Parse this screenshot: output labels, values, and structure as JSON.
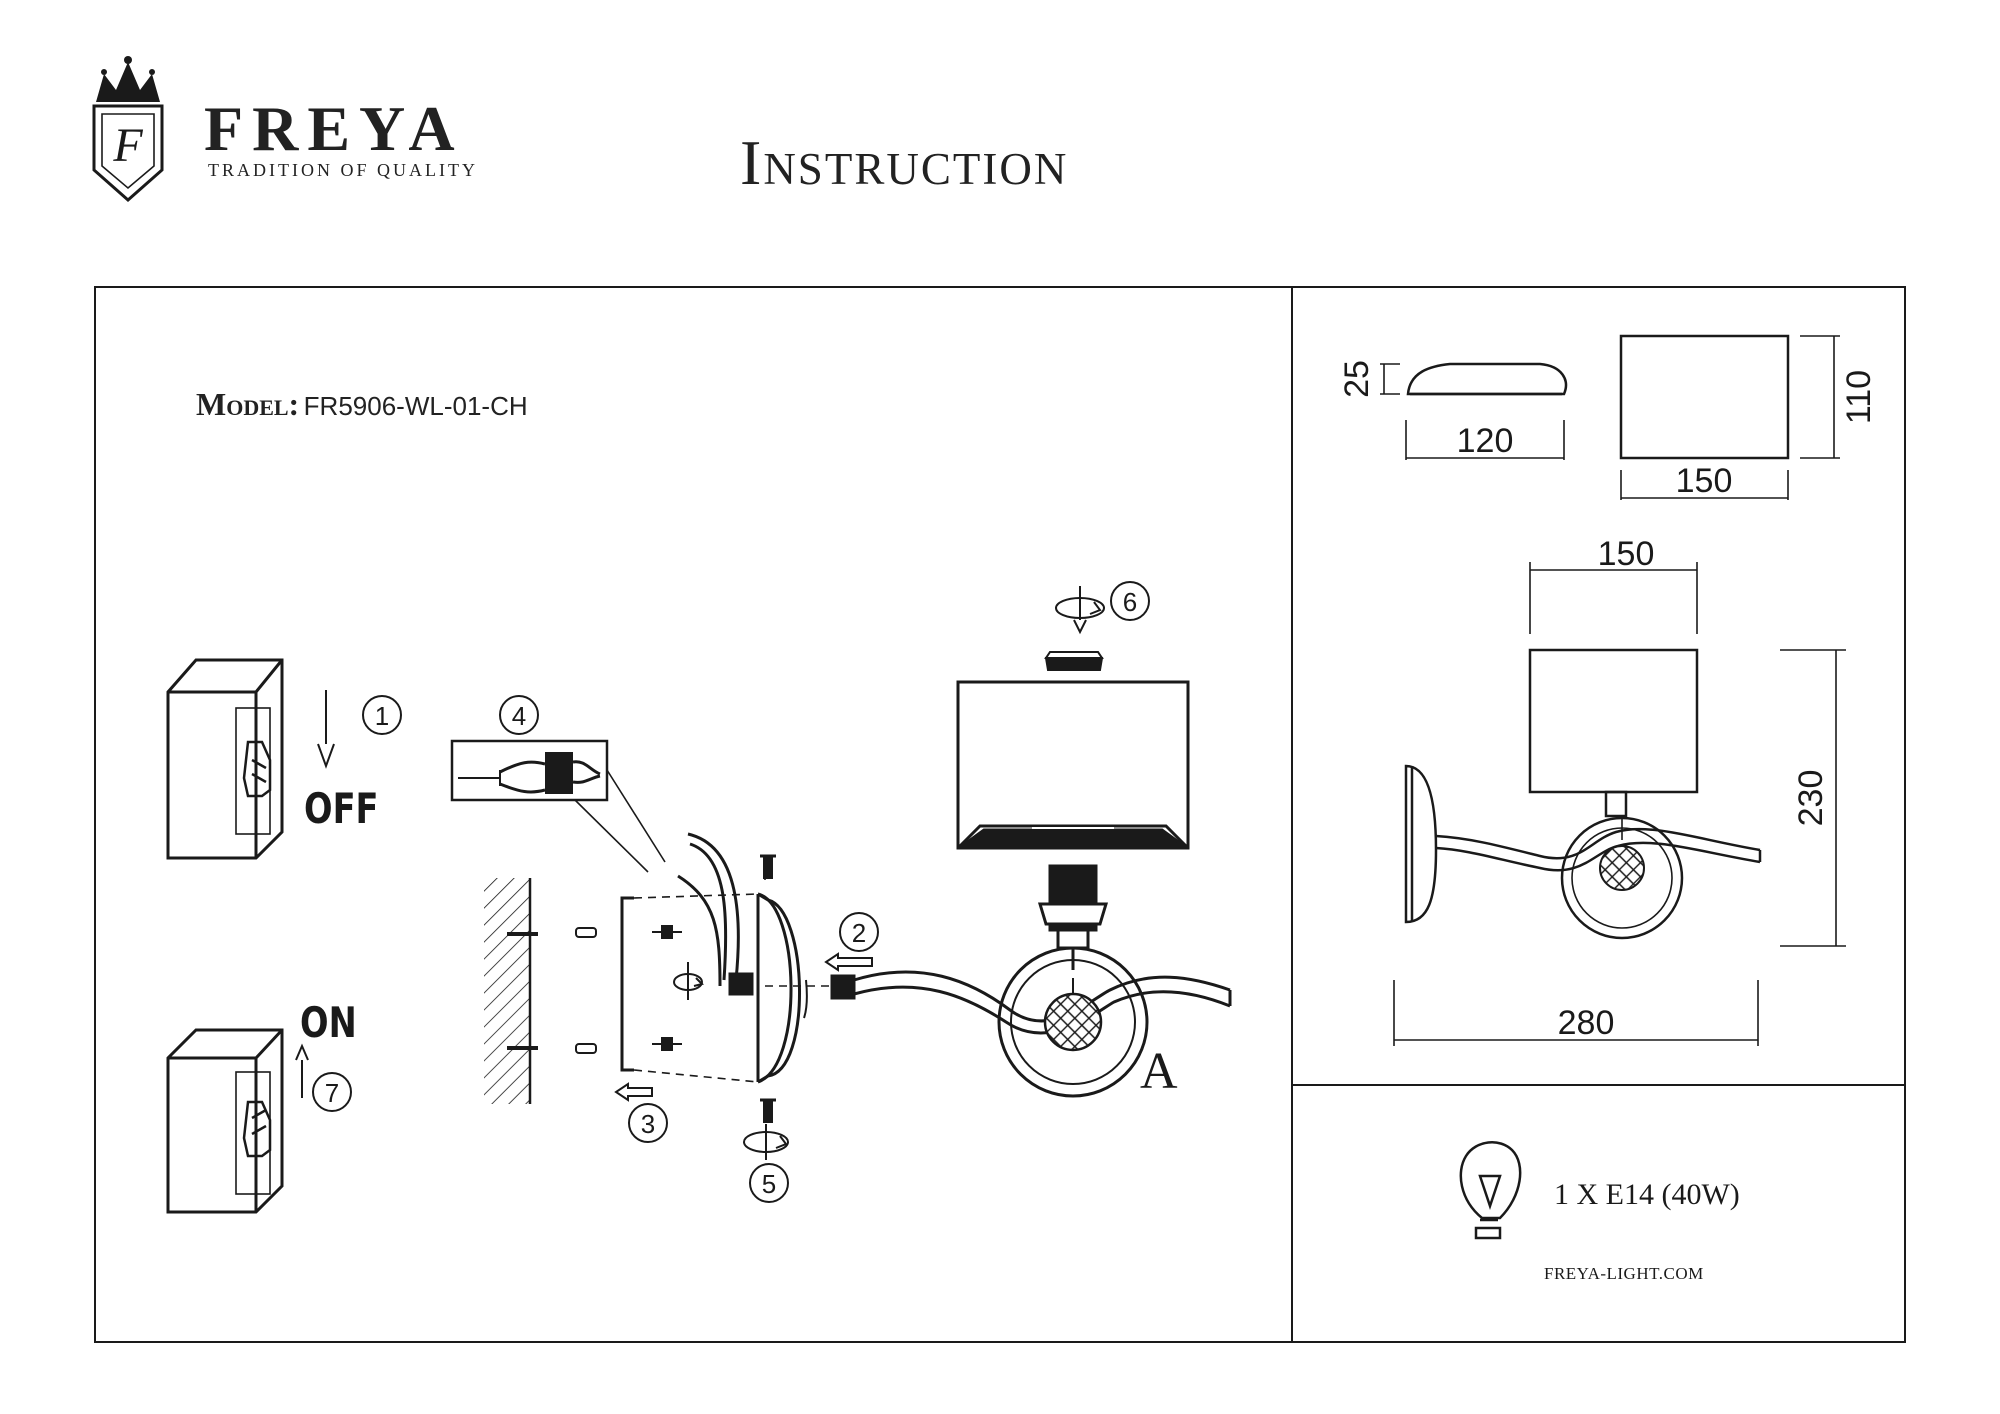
{
  "brand": {
    "name": "FREYA",
    "tagline": "TRADITION OF QUALITY",
    "logo_letter": "F"
  },
  "title": "Instruction",
  "model": {
    "label": "Model:",
    "value": "FR5906-WL-01-CH"
  },
  "switches": {
    "off_label": "OFF",
    "on_label": "ON"
  },
  "steps": [
    "1",
    "2",
    "3",
    "4",
    "5",
    "6",
    "7"
  ],
  "part_label": "A",
  "dimensions": {
    "canopy_height": "25",
    "canopy_width": "120",
    "shade_height": "110",
    "shade_width": "150",
    "lamp_shade_width": "150",
    "lamp_height": "230",
    "lamp_depth": "280"
  },
  "bulb": {
    "spec": "1 X E14 (40W)",
    "icon": "bulb-icon"
  },
  "website": "FREYA-LIGHT.COM",
  "colors": {
    "ink": "#1a1a1a",
    "background": "#ffffff"
  }
}
